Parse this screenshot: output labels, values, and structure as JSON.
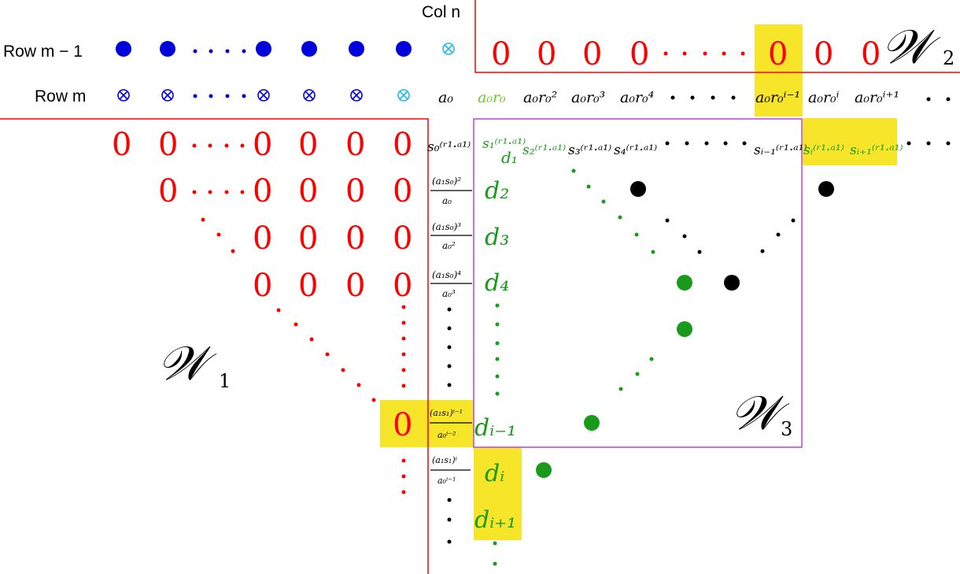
{
  "labels": {
    "col_n": "Col n",
    "row_m_minus_1": "Row m − 1",
    "row_m": "Row m",
    "w1": "𝒲",
    "w1_sub": "1",
    "w2": "𝒲",
    "w2_sub": "2",
    "w3": "𝒲",
    "w3_sub": "3"
  },
  "row_m_minus_1_zeros": [
    "0",
    "0",
    "0",
    "0",
    "0",
    "0",
    "0"
  ],
  "row_m_terms": [
    "a₀",
    "a₀r₀",
    "a₀r₀²",
    "a₀r₀³",
    "a₀r₀⁴",
    "a₀r₀ⁱ⁻¹",
    "a₀r₀ⁱ",
    "a₀r₀ⁱ⁺¹"
  ],
  "s_row_terms": [
    "s₀⁽ʳ¹·ᵃ¹⁾",
    "s₁⁽ʳ¹·ᵃ¹⁾",
    "s₂⁽ʳ¹·ᵃ¹⁾",
    "s₃⁽ʳ¹·ᵃ¹⁾",
    "s₄⁽ʳ¹·ᵃ¹⁾",
    "sᵢ₋₁⁽ʳ¹·ᵃ¹⁾",
    "sᵢ⁽ʳ¹·ᵃ¹⁾",
    "sᵢ₊₁⁽ʳ¹·ᵃ¹⁾"
  ],
  "d_terms": [
    "d₁",
    "d₂",
    "d₃",
    "d₄",
    "dᵢ₋₁",
    "dᵢ",
    "dᵢ₊₁"
  ],
  "fractions": [
    {
      "num": "(a₁s₀)²",
      "den": "a₀"
    },
    {
      "num": "(a₁s₀)³",
      "den": "a₀²"
    },
    {
      "num": "(a₁s₀)⁴",
      "den": "a₀³"
    },
    {
      "num": "(a₁s₁)ⁱ⁻¹",
      "den": "a₀ⁱ⁻²"
    },
    {
      "num": "(a₁s₁)ⁱ",
      "den": "a₀ⁱ⁻¹"
    }
  ],
  "zero": "0",
  "colors": {
    "red": "#ff0000",
    "blue": "#0000dd",
    "cyan": "#22b8e8",
    "green": "#1a9a1a",
    "light_green": "#66cc22",
    "black": "#000000",
    "yellow": "#f7e52a",
    "purple": "#bb44dd"
  }
}
